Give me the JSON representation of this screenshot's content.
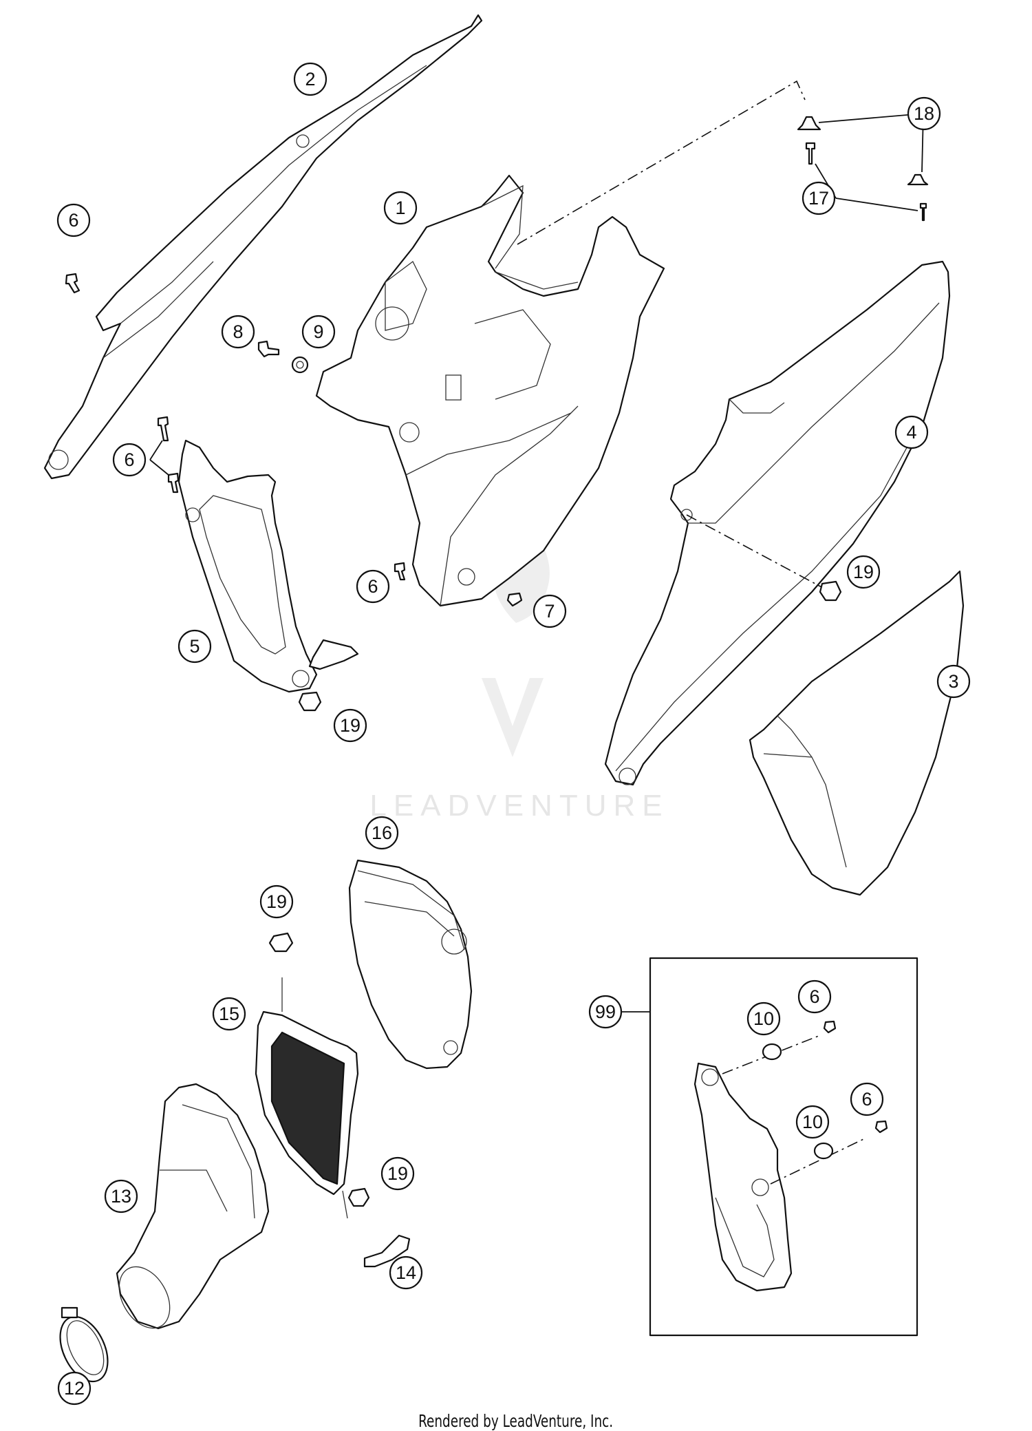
{
  "callouts": [
    {
      "id": "c1",
      "label": "1"
    },
    {
      "id": "c2",
      "label": "2"
    },
    {
      "id": "c3",
      "label": "3"
    },
    {
      "id": "c4",
      "label": "4"
    },
    {
      "id": "c5",
      "label": "5"
    },
    {
      "id": "c6a",
      "label": "6"
    },
    {
      "id": "c6b",
      "label": "6"
    },
    {
      "id": "c6c",
      "label": "6"
    },
    {
      "id": "c6d",
      "label": "6"
    },
    {
      "id": "c6e",
      "label": "6"
    },
    {
      "id": "c7",
      "label": "7"
    },
    {
      "id": "c8",
      "label": "8"
    },
    {
      "id": "c9",
      "label": "9"
    },
    {
      "id": "c10a",
      "label": "10"
    },
    {
      "id": "c10b",
      "label": "10"
    },
    {
      "id": "c12",
      "label": "12"
    },
    {
      "id": "c13",
      "label": "13"
    },
    {
      "id": "c14",
      "label": "14"
    },
    {
      "id": "c15",
      "label": "15"
    },
    {
      "id": "c16",
      "label": "16"
    },
    {
      "id": "c17",
      "label": "17"
    },
    {
      "id": "c18",
      "label": "18"
    },
    {
      "id": "c19a",
      "label": "19"
    },
    {
      "id": "c19b",
      "label": "19"
    },
    {
      "id": "c19c",
      "label": "19"
    },
    {
      "id": "c19d",
      "label": "19"
    },
    {
      "id": "c99",
      "label": "99"
    }
  ],
  "watermark": {
    "brand": "LEADVENTURE"
  },
  "footer": {
    "text": "Rendered by LeadVenture, Inc."
  }
}
